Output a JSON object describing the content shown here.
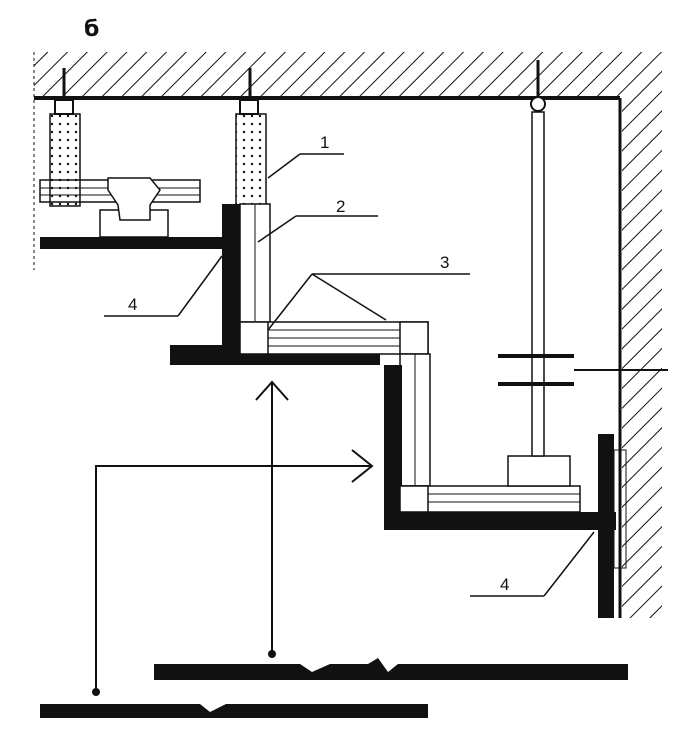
{
  "figure": {
    "panel_letter": "б",
    "callouts": {
      "c1": "1",
      "c2": "2",
      "c3": "3",
      "c4_left": "4",
      "c4_right": "4"
    }
  },
  "colors": {
    "ink": "#111111",
    "background": "#ffffff"
  }
}
